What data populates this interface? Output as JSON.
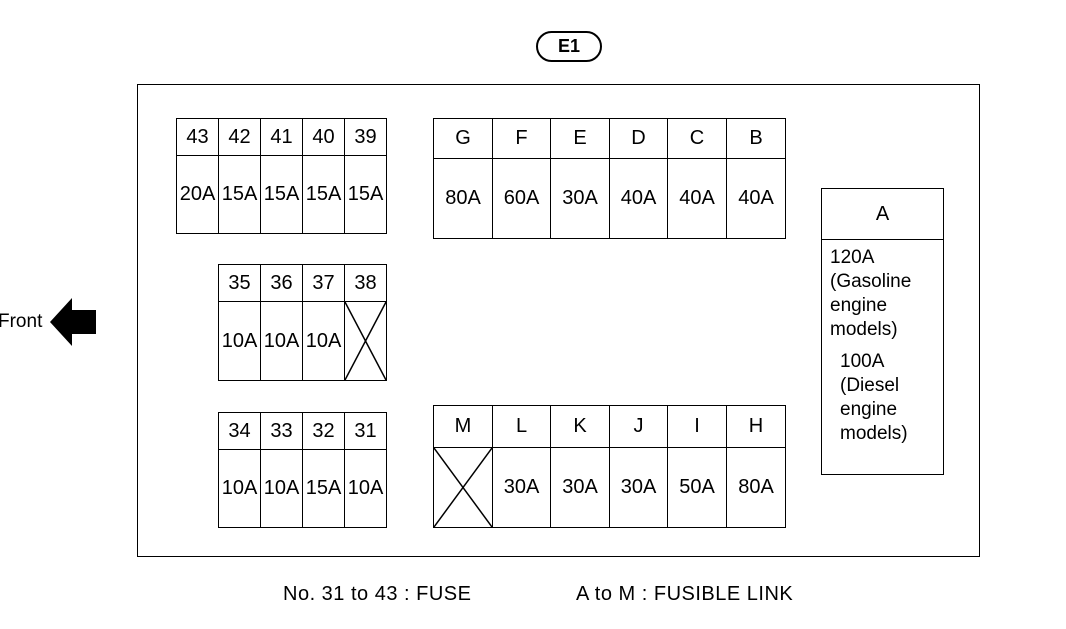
{
  "connector": "E1",
  "front_label": "Front",
  "fuses_top": {
    "numbers": [
      "43",
      "42",
      "41",
      "40",
      "39"
    ],
    "ratings": [
      "20A",
      "15A",
      "15A",
      "15A",
      "15A"
    ]
  },
  "fuses_mid": {
    "numbers": [
      "35",
      "36",
      "37",
      "38"
    ],
    "ratings": [
      "10A",
      "10A",
      "10A",
      ""
    ]
  },
  "fuses_bot": {
    "numbers": [
      "34",
      "33",
      "32",
      "31"
    ],
    "ratings": [
      "10A",
      "10A",
      "15A",
      "10A"
    ]
  },
  "links_top": {
    "letters": [
      "G",
      "F",
      "E",
      "D",
      "C",
      "B"
    ],
    "ratings": [
      "80A",
      "60A",
      "30A",
      "40A",
      "40A",
      "40A"
    ]
  },
  "links_bot": {
    "letters": [
      "M",
      "L",
      "K",
      "J",
      "I",
      "H"
    ],
    "ratings": [
      "",
      "30A",
      "30A",
      "30A",
      "50A",
      "80A"
    ]
  },
  "link_a": {
    "letter": "A",
    "gasoline": "120A\n(Gasoline\nengine\nmodels)",
    "diesel": "100A\n(Diesel\nengine\nmodels)"
  },
  "legend": {
    "fuse": "No. 31 to 43 : FUSE",
    "link": "A to M : FUSIBLE LINK"
  }
}
